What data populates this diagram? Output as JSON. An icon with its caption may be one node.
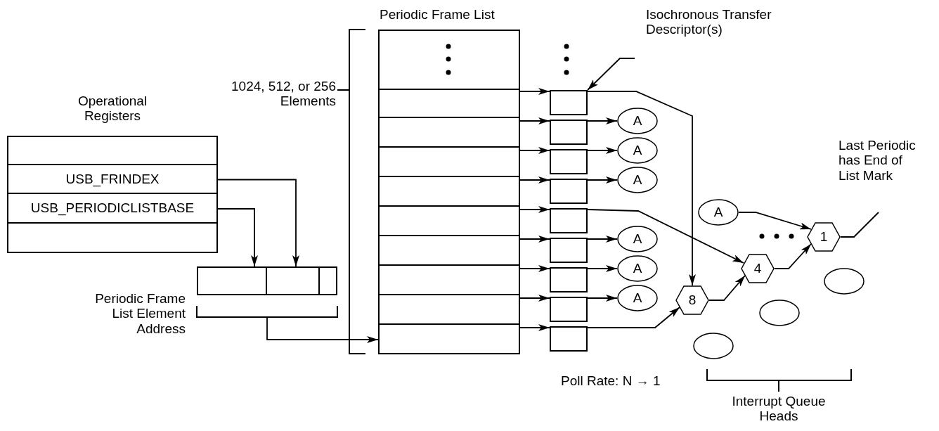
{
  "diagram": {
    "nodes": [
      {
        "text": [
          "Operational Registers"
        ]
      },
      {
        "text": [],
        "shape": "box",
        "in": 0
      },
      {
        "text": [
          "USB_FRINDEX"
        ],
        "in": 0
      },
      {
        "text": [
          "USB_PERIODICLISTBASE"
        ],
        "in": 0
      },
      {
        "text": [],
        "shape": "box",
        "in": 0
      },
      {
        "text": [],
        "shape": "box",
        "beside": [
          "Periodic Frame List Element Address"
        ]
      },
      {
        "text": [],
        "shape": "box",
        "in": 5
      },
      {
        "text": [],
        "shape": "box",
        "in": 5
      },
      {
        "text": [],
        "shape": "box",
        "in": 5
      },
      {
        "text": [
          "Periodic Frame List"
        ]
      },
      {
        "text": [],
        "shape": "box",
        "in": 9
      },
      {
        "text": [],
        "shape": "box",
        "in": 9
      },
      {
        "text": [],
        "shape": "box",
        "in": 9
      },
      {
        "text": [],
        "shape": "box",
        "in": 9
      },
      {
        "text": [],
        "shape": "box",
        "in": 9
      },
      {
        "text": [],
        "shape": "box",
        "in": 9
      },
      {
        "text": [],
        "shape": "box",
        "in": 9
      },
      {
        "text": [],
        "shape": "box",
        "in": 9
      },
      {
        "text": [],
        "shape": "box",
        "in": 9
      },
      {
        "text": [],
        "shape": "box"
      },
      {
        "text": [],
        "shape": "box"
      },
      {
        "text": [],
        "shape": "box"
      },
      {
        "text": [],
        "shape": "box"
      },
      {
        "text": [],
        "shape": "box"
      },
      {
        "text": [],
        "shape": "box"
      },
      {
        "text": [],
        "shape": "box"
      },
      {
        "text": [],
        "shape": "box"
      },
      {
        "text": [],
        "shape": "box"
      },
      {
        "text": [
          "Isochronous Transfer Descriptor(s)"
        ]
      },
      {
        "text": [
          "A"
        ]
      },
      {
        "text": [
          "A"
        ]
      },
      {
        "text": [
          "A"
        ]
      },
      {
        "text": [
          "A"
        ]
      },
      {
        "text": [
          "A"
        ]
      },
      {
        "text": [
          "A"
        ]
      },
      {
        "text": [
          "A"
        ]
      },
      {
        "text": [
          "8"
        ]
      },
      {
        "text": [
          "4"
        ]
      },
      {
        "text": [
          "1"
        ]
      },
      {
        "text": [],
        "shape": "circle"
      },
      {
        "text": [],
        "shape": "circle"
      },
      {
        "text": [],
        "shape": "circle"
      },
      {
        "text": [
          "Last Periodic has End of List Mark"
        ]
      }
    ],
    "edges": [
      {
        "from": 2,
        "to": 7,
        "arrow": "to"
      },
      {
        "from": 3,
        "to": 6,
        "arrow": "to"
      },
      {
        "from": 5,
        "to": 18,
        "arrow": "to"
      },
      {
        "from": 10,
        "to": 19,
        "arrow": "to"
      },
      {
        "from": 11,
        "to": 20,
        "arrow": "to"
      },
      {
        "from": 12,
        "to": 21,
        "arrow": "to"
      },
      {
        "from": 13,
        "to": 22,
        "arrow": "to"
      },
      {
        "from": 14,
        "to": 23,
        "arrow": "to"
      },
      {
        "from": 15,
        "to": 24,
        "arrow": "to"
      },
      {
        "from": 16,
        "to": 25,
        "arrow": "to"
      },
      {
        "from": 17,
        "to": 26,
        "arrow": "to"
      },
      {
        "from": 18,
        "to": 27,
        "arrow": "to"
      },
      {
        "from": 28,
        "to": 19,
        "arrow": "to"
      },
      {
        "from": 20,
        "to": 29,
        "arrow": "to"
      },
      {
        "from": 21,
        "to": 30,
        "arrow": "to"
      },
      {
        "from": 22,
        "to": 31,
        "arrow": "to"
      },
      {
        "from": 24,
        "to": 32,
        "arrow": "to"
      },
      {
        "from": 25,
        "to": 33,
        "arrow": "to"
      },
      {
        "from": 26,
        "to": 34,
        "arrow": "to"
      },
      {
        "from": 19,
        "to": 36,
        "arrow": "to"
      },
      {
        "from": 23,
        "to": 37,
        "arrow": "to"
      },
      {
        "from": 27,
        "to": 36,
        "arrow": "to"
      },
      {
        "from": 36,
        "to": 37,
        "arrow": "to"
      },
      {
        "from": 37,
        "to": 38,
        "arrow": "to"
      },
      {
        "from": 35,
        "to": 38,
        "arrow": "to"
      },
      {
        "from": 42,
        "to": 38,
        "arrow": "none"
      }
    ],
    "labels": [
      "1024, 512, or 256 Elements",
      "Poll Rate: N → 1",
      "Interrupt Queue Heads"
    ]
  }
}
